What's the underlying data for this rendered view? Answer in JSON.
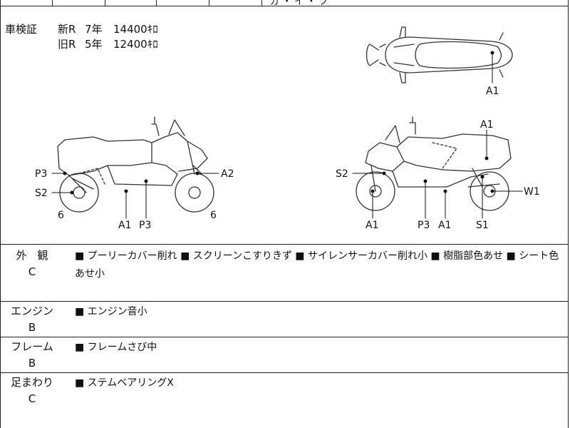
{
  "top_fragment": "ガ ・ イ ・ プ",
  "inspection": {
    "label": "車検証",
    "rows": [
      {
        "name": "新R",
        "years": "7年",
        "price": "14400ｷﾛ"
      },
      {
        "name": "旧R",
        "years": "5年",
        "price": "12400ｷﾛ"
      }
    ]
  },
  "diagram_labels": {
    "top_view": {
      "a1": "A1"
    },
    "left_view": {
      "p3_left": "P3",
      "s2": "S2",
      "six_left": "6",
      "a1": "A1",
      "p3_bottom": "P3",
      "a2": "A2",
      "six_right": "6"
    },
    "right_view": {
      "a1_top": "A1",
      "s2": "S2",
      "w1": "W1",
      "a1_left": "A1",
      "p3": "P3",
      "a1_mid": "A1",
      "s1": "S1"
    }
  },
  "conditions": [
    {
      "category": "外　観",
      "grade": "C",
      "notes": "■ プーリーカバー削れ ■ スクリーンこすりきず ■ サイレンサーカバー削れ小 ■ 樹脂部色あせ ■ シート色あせ小"
    },
    {
      "category": "エンジン",
      "grade": "B",
      "notes": "■ エンジン音小"
    },
    {
      "category": "フレーム",
      "grade": "B",
      "notes": "■ フレームさび中"
    },
    {
      "category": "足まわり",
      "grade": "C",
      "notes": "■ ステムベアリングX"
    }
  ]
}
